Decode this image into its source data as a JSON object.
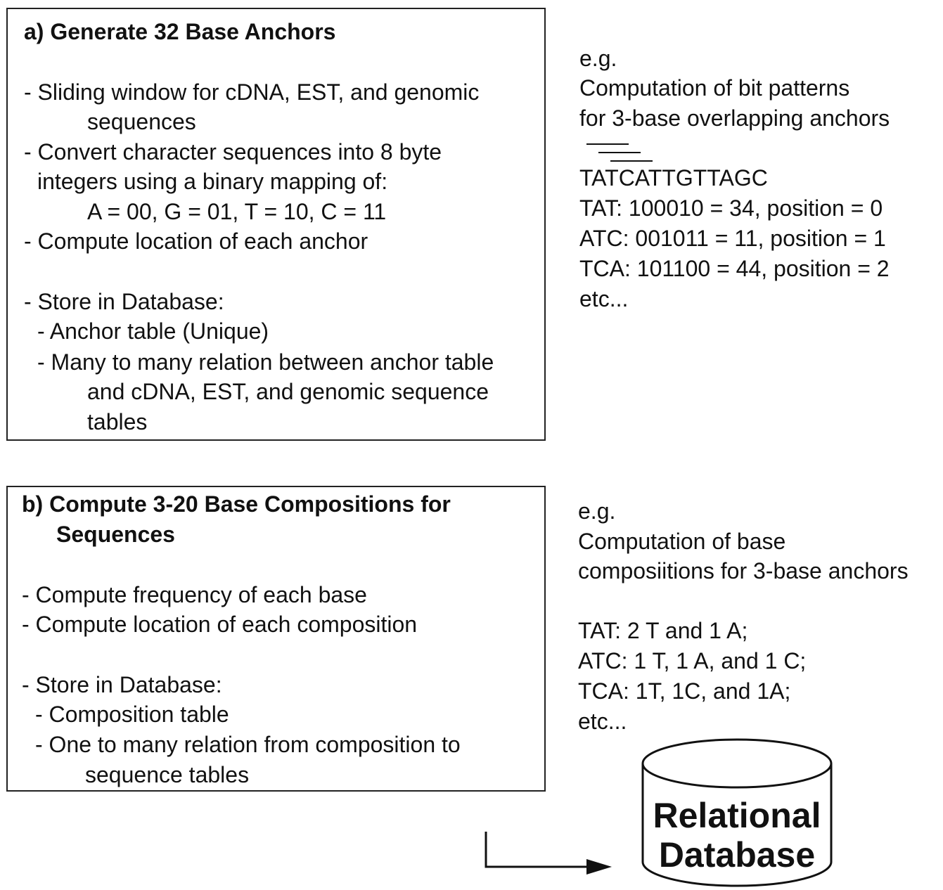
{
  "box_a": {
    "lines": [
      "a) Generate 32 Base Anchors",
      "- Sliding window for cDNA, EST, and genomic",
      "sequences",
      "- Convert character sequences into 8 byte",
      "integers using a binary mapping of:",
      "A = 00, G = 01, T = 10, C = 11",
      "- Compute location of each anchor",
      "- Store in Database:",
      "- Anchor table (Unique)",
      "- Many to many relation between anchor table",
      "and cDNA, EST, and genomic sequence",
      "tables"
    ]
  },
  "box_b": {
    "lines": [
      "b) Compute 3-20 Base Compositions for",
      "Sequences",
      "- Compute frequency of each base",
      "- Compute location of each composition",
      "- Store in Database:",
      "- Composition table",
      "- One to many relation from composition to",
      "sequence tables"
    ]
  },
  "example_a": {
    "lines": [
      "e.g.",
      "Computation of bit patterns",
      "for 3-base overlapping anchors",
      "TATCATTGTTAGC",
      "TAT: 100010 = 34, position = 0",
      "ATC: 001011 = 11, position = 1",
      "TCA: 101100 = 44, position = 2",
      "etc..."
    ]
  },
  "example_b": {
    "lines": [
      "e.g.",
      "Computation of base",
      "composiitions for 3-base anchors",
      "TAT: 2 T and 1 A;",
      "ATC: 1 T,  1 A, and 1 C;",
      "TCA: 1T, 1C, and 1A;",
      "etc..."
    ]
  },
  "database": {
    "label_line1": "Relational",
    "label_line2": "Database"
  }
}
